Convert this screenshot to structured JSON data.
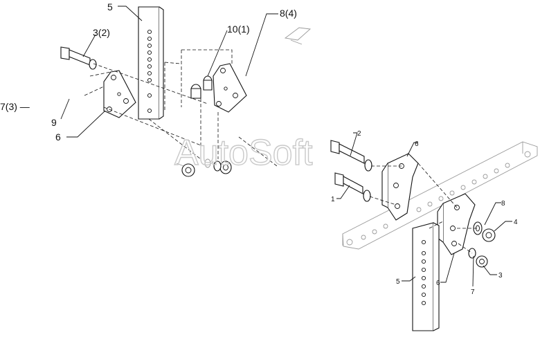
{
  "watermark": "AutoSoft",
  "labels": {
    "l5_top": "5",
    "l10": "10(1)",
    "l8_top": "8(4)",
    "l3_top": "3(2)",
    "l7_left": "7(3) —",
    "l9": "9",
    "l6_left": "6",
    "l2": "2",
    "l6_mid": "6",
    "l1": "1",
    "l8_right": "8",
    "l4": "4",
    "l3_right": "3",
    "l7_right": "7",
    "l6_bottom": "6",
    "l5_bottom": "5"
  }
}
